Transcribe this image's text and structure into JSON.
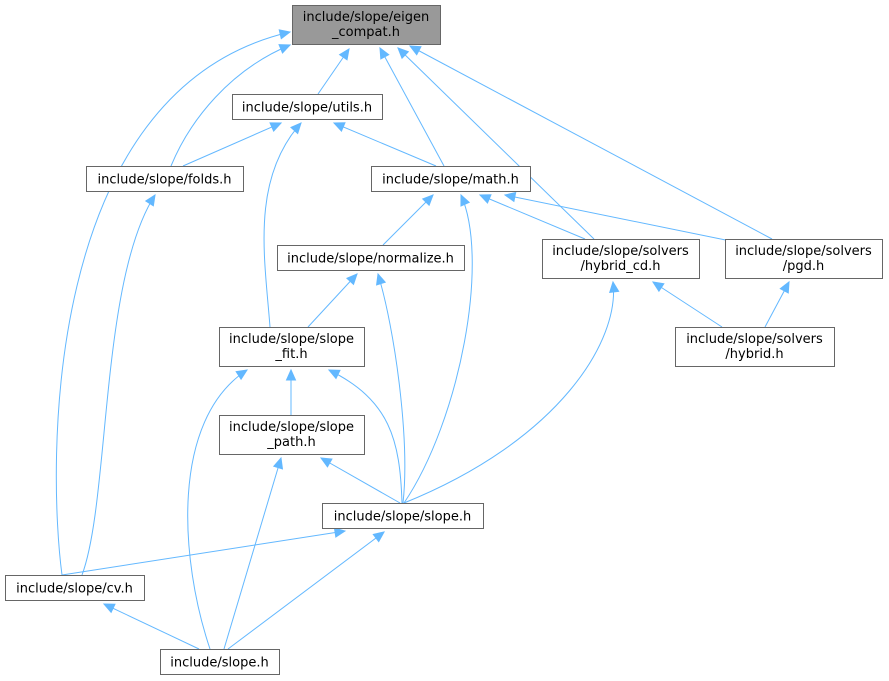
{
  "colors": {
    "edge": "#63b8ff",
    "arrow": "#63b8ff",
    "node_border": "#666666",
    "node_fill": "#ffffff",
    "focus_fill": "#999999",
    "text": "#000000"
  },
  "nodes": {
    "eigen_compat": {
      "lines": [
        "include/slope/eigen",
        "_compat.h"
      ],
      "focus": true
    },
    "utils": {
      "lines": [
        "include/slope/utils.h"
      ]
    },
    "folds": {
      "lines": [
        "include/slope/folds.h"
      ]
    },
    "math": {
      "lines": [
        "include/slope/math.h"
      ]
    },
    "normalize": {
      "lines": [
        "include/slope/normalize.h"
      ]
    },
    "hybrid_cd": {
      "lines": [
        "include/slope/solvers",
        "/hybrid_cd.h"
      ]
    },
    "pgd": {
      "lines": [
        "include/slope/solvers",
        "/pgd.h"
      ]
    },
    "slope_fit": {
      "lines": [
        "include/slope/slope",
        "_fit.h"
      ]
    },
    "hybrid": {
      "lines": [
        "include/slope/solvers",
        "/hybrid.h"
      ]
    },
    "slope_path": {
      "lines": [
        "include/slope/slope",
        "_path.h"
      ]
    },
    "slope_h": {
      "lines": [
        "include/slope/slope.h"
      ]
    },
    "cv": {
      "lines": [
        "include/slope/cv.h"
      ]
    },
    "slope_root": {
      "lines": [
        "include/slope.h"
      ]
    }
  },
  "edges": [
    [
      "eigen_compat",
      "utils"
    ],
    [
      "eigen_compat",
      "folds"
    ],
    [
      "eigen_compat",
      "math"
    ],
    [
      "eigen_compat",
      "hybrid_cd"
    ],
    [
      "eigen_compat",
      "pgd"
    ],
    [
      "eigen_compat",
      "cv"
    ],
    [
      "utils",
      "folds"
    ],
    [
      "utils",
      "math"
    ],
    [
      "utils",
      "slope_fit"
    ],
    [
      "folds",
      "cv"
    ],
    [
      "math",
      "normalize"
    ],
    [
      "math",
      "hybrid_cd"
    ],
    [
      "math",
      "pgd"
    ],
    [
      "math",
      "slope_h"
    ],
    [
      "normalize",
      "slope_fit"
    ],
    [
      "normalize",
      "slope_h"
    ],
    [
      "hybrid_cd",
      "hybrid"
    ],
    [
      "hybrid_cd",
      "slope_h"
    ],
    [
      "pgd",
      "hybrid"
    ],
    [
      "slope_fit",
      "slope_path"
    ],
    [
      "slope_fit",
      "slope_h"
    ],
    [
      "slope_fit",
      "slope_root"
    ],
    [
      "slope_path",
      "slope_h"
    ],
    [
      "slope_path",
      "slope_root"
    ],
    [
      "slope_h",
      "cv"
    ],
    [
      "slope_h",
      "slope_root"
    ],
    [
      "cv",
      "slope_root"
    ]
  ]
}
